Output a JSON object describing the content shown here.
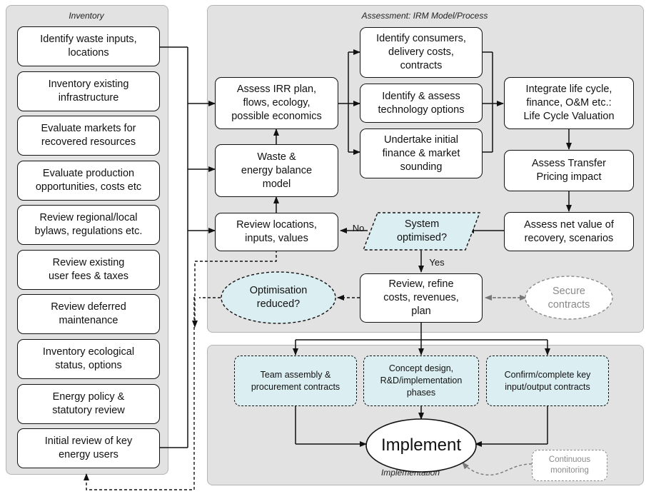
{
  "panels": {
    "inventory": "Inventory",
    "assessment": "Assessment: IRM Model/Process",
    "implementation": "Implementation"
  },
  "inventory_items": [
    "Identify waste inputs,\nlocations",
    "Inventory existing\ninfrastructure",
    "Evaluate markets for\nrecovered resources",
    "Evaluate production\nopportunities, costs etc",
    "Review regional/local\nbylaws, regulations etc.",
    "Review existing\nuser fees & taxes",
    "Review deferred\nmaintenance",
    "Inventory ecological\nstatus, options",
    "Energy policy &\nstatutory review",
    "Initial review of key\nenergy users"
  ],
  "assessment": {
    "assess_irr": "Assess IRR plan,\nflows, ecology,\npossible economics",
    "waste_energy": "Waste &\nenergy balance\nmodel",
    "review_locations": "Review locations,\ninputs, values",
    "identify_consumers": "Identify consumers,\ndelivery costs,\ncontracts",
    "identify_technology": "Identify & assess\ntechnology options",
    "undertake_finance": "Undertake initial\nfinance & market\nsounding",
    "integrate_life_cycle": "Integrate life cycle,\nfinance, O&M etc.:\nLife Cycle Valuation",
    "assess_transfer": "Assess Transfer\nPricing impact",
    "assess_net_value": "Assess net value of\nrecovery, scenarios",
    "system_optimised": "System\noptimised?",
    "no_label": "No",
    "yes_label": "Yes",
    "review_refine": "Review, refine\ncosts, revenues,\nplan",
    "optimisation_reduced": "Optimisation\nreduced?",
    "secure_contracts": "Secure\ncontracts"
  },
  "implementation": {
    "team_assembly": "Team assembly &\nprocurement contracts",
    "concept_design": "Concept design,\nR&D/implementation\nphases",
    "confirm_contracts": "Confirm/complete key\ninput/output contracts",
    "implement": "Implement",
    "continuous_monitoring": "Continuous\nmonitoring"
  },
  "colors": {
    "panel": "#e2e2e2",
    "tint": "#dbeef2",
    "gray_text": "#8a8a8a"
  }
}
